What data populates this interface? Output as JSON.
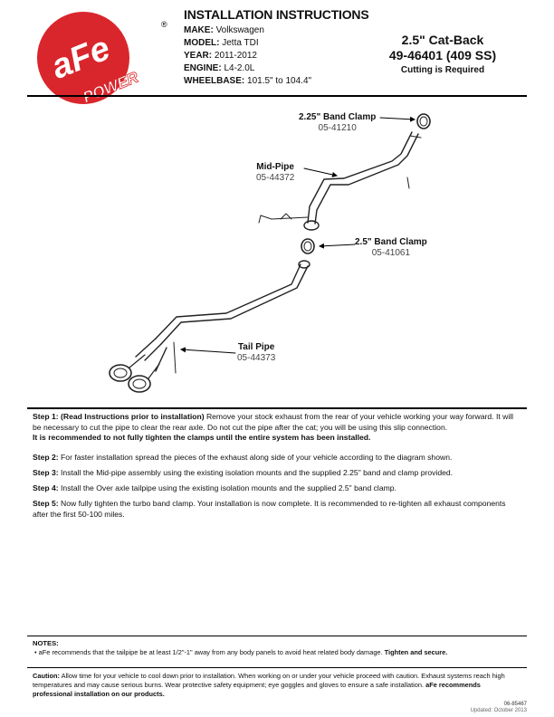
{
  "brand": {
    "logo_text": "aFe",
    "logo_sub": "POWER",
    "logo_mark": "®",
    "colors": {
      "red": "#d9262c",
      "white": "#ffffff"
    }
  },
  "header": {
    "title": "INSTALLATION INSTRUCTIONS",
    "specs": [
      {
        "label": "MAKE:",
        "value": "Volkswagen"
      },
      {
        "label": "MODEL:",
        "value": "Jetta TDI"
      },
      {
        "label": "YEAR:",
        "value": "2011-2012"
      },
      {
        "label": "ENGINE:",
        "value": "L4-2.0L"
      },
      {
        "label": "WHEELBASE:",
        "value": "101.5\" to 104.4\""
      }
    ],
    "product_name": "2.5\" Cat-Back",
    "part_number": "49-46401 (409 SS)",
    "cutting_note": "Cutting is Required"
  },
  "diagram": {
    "parts": [
      {
        "name": "2.25\" Band Clamp",
        "number": "05-41210"
      },
      {
        "name": "Mid-Pipe",
        "number": "05-44372"
      },
      {
        "name": "2.5\" Band Clamp",
        "number": "05-41061"
      },
      {
        "name": "Tail Pipe",
        "number": "05-44373"
      }
    ]
  },
  "steps": [
    {
      "label": "Step 1:",
      "bold_lead": "(Read Instructions prior to installation)",
      "text": " Remove your stock exhaust from the rear of your vehicle working your way forward. It will be necessary to cut the pipe to clear the rear axle. Do not cut the pipe after the cat; you will be using this slip connection.",
      "bold_tail": "It is recommended to not fully tighten the clamps until the entire system has been installed."
    },
    {
      "label": "Step 2:",
      "text": " For faster installation spread the pieces of the exhaust along side of your vehicle according to the diagram shown."
    },
    {
      "label": "Step 3:",
      "text": " Install the Mid-pipe assembly using the existing isolation mounts and the supplied 2.25\" band and clamp provided."
    },
    {
      "label": "Step 4:",
      "text": " Install the Over axle tailpipe using the existing isolation mounts and the supplied 2.5\" band clamp."
    },
    {
      "label": "Step 5:",
      "text": " Now fully tighten the turbo band clamp. Your installation is now complete. It is recommended to re-tighten all exhaust components after the first 50-100 miles."
    }
  ],
  "notes": {
    "heading": "NOTES:",
    "bullet": "•",
    "item_text": "aFe recommends that the tailpipe be at least 1/2\"-1\" away from any body panels to avoid heat related body damage.",
    "item_bold": " Tighten and secure."
  },
  "caution": {
    "label": "Caution:",
    "text": " Allow time for your vehicle to cool down prior to installation. When working on or under your vehicle proceed with caution.  Exhaust systems reach high temperatures and may cause serious burns. Wear protective safety equipment; eye goggles and gloves to ensure a safe installation.",
    "bold_tail": " aFe recommends professional installation on our products."
  },
  "footer": {
    "doc_number": "06-85467",
    "updated": "Updated: October 2013"
  }
}
